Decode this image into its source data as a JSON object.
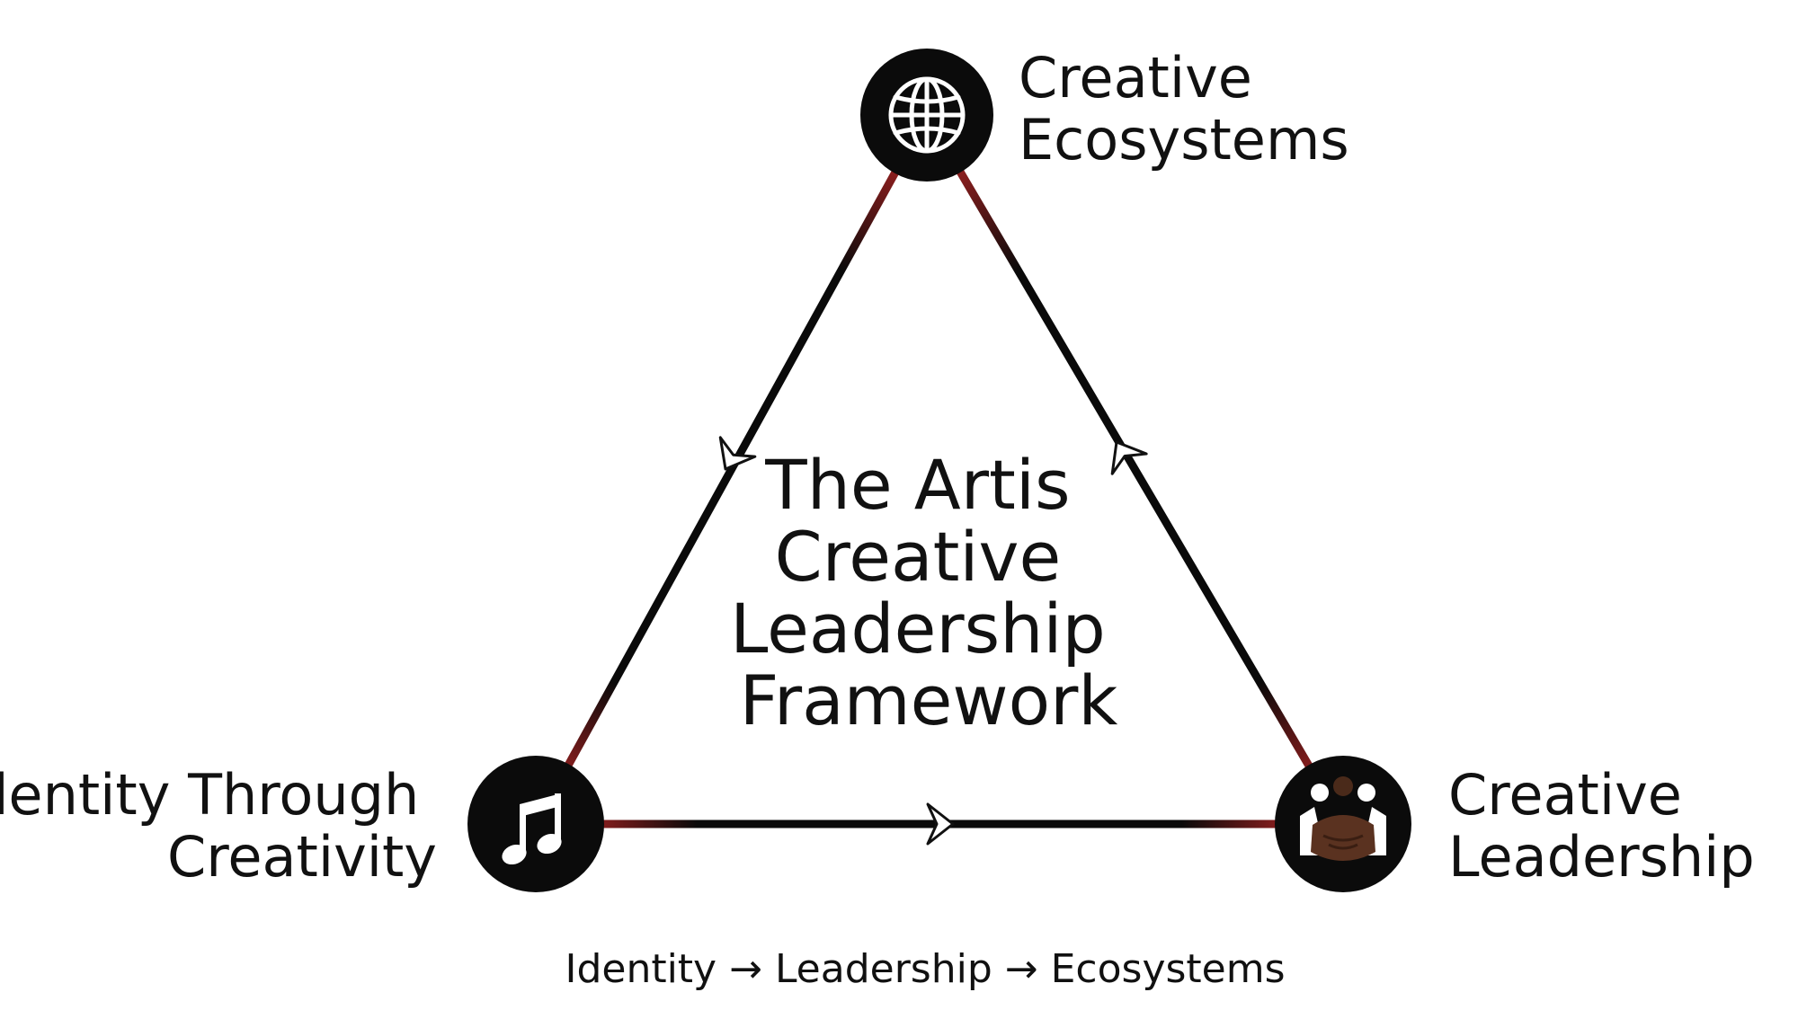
{
  "title": {
    "lines": [
      "The Artis",
      "Creative",
      "Leadership",
      "Framework"
    ]
  },
  "nodes": {
    "top": {
      "lines": [
        "Creative",
        "Ecosystems"
      ],
      "icon": "globe-icon"
    },
    "left": {
      "lines": [
        "Identity Through",
        "Creativity"
      ],
      "icon": "music-note-icon"
    },
    "right": {
      "lines": [
        "Creative",
        "Leadership"
      ],
      "icon": "handshake-group-icon"
    }
  },
  "caption": "Identity → Leadership → Ecosystems",
  "colors": {
    "edge_dark": "#0a0a0a",
    "edge_accent": "#d42a2a",
    "node_fill": "#0b0b0b",
    "icon": "#ffffff",
    "handshake": "#5a3220"
  }
}
